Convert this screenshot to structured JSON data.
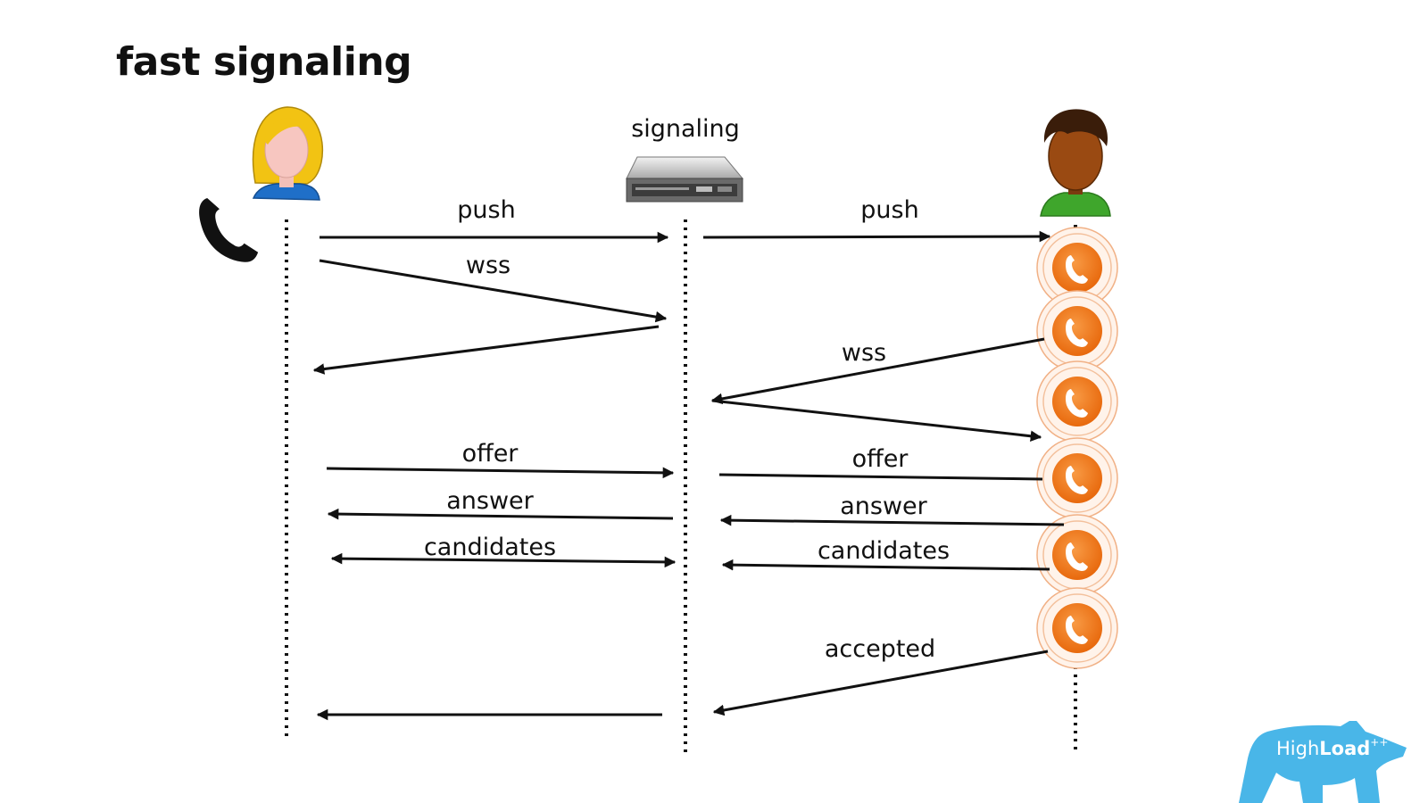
{
  "slide": {
    "title": "fast signaling"
  },
  "diagram": {
    "server_label": "signaling",
    "left_messages": [
      "push",
      "wss",
      "offer",
      "answer",
      "candidates"
    ],
    "right_messages": [
      "push",
      "wss",
      "offer",
      "answer",
      "candidates",
      "accepted"
    ]
  },
  "branding": {
    "logo_text_light": "High",
    "logo_text_bold": "Load",
    "logo_superscript": "++"
  },
  "icons": [
    "caller-avatar",
    "callee-avatar",
    "server-icon",
    "phone-handset-icon",
    "incoming-call-icon",
    "highload-bear-logo"
  ],
  "colors": {
    "call_icon": "#f07a1a",
    "brand": "#49b6e8",
    "caller_hair": "#f2c313",
    "callee_shirt": "#3fa62c"
  }
}
